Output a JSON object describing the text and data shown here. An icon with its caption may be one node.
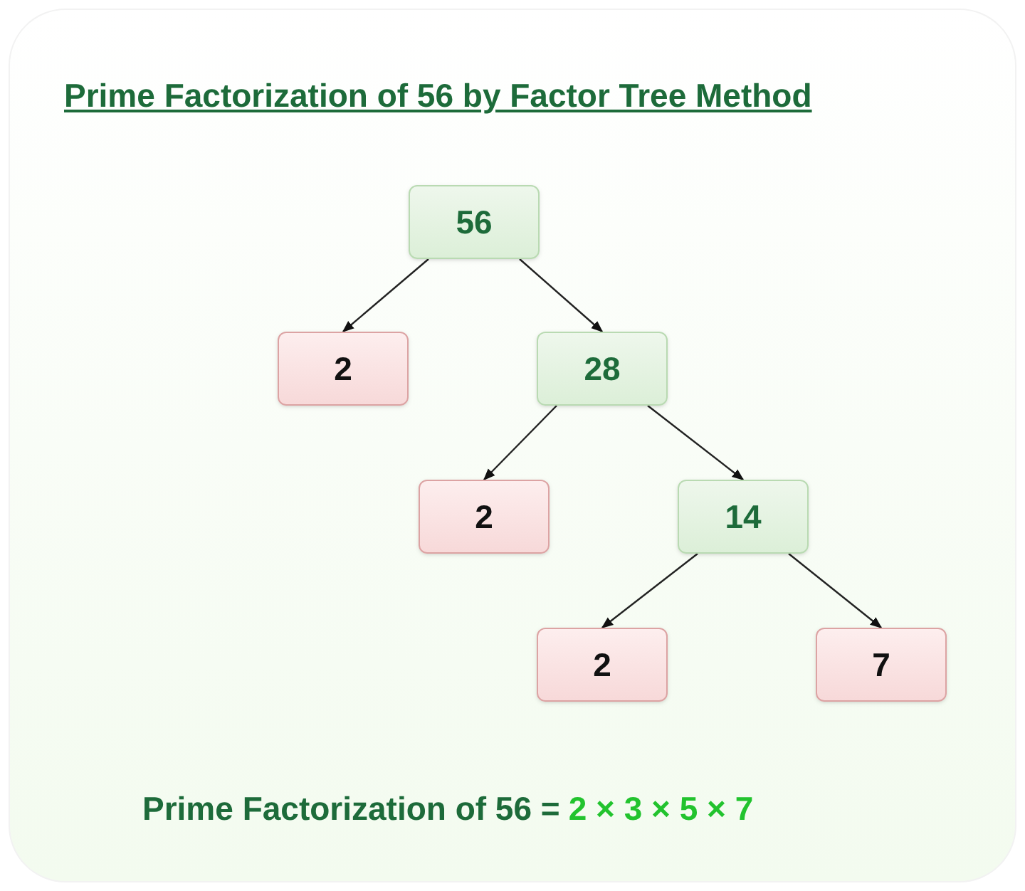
{
  "diagram": {
    "title": "Prime Factorization of 56 by Factor Tree Method",
    "nodes": [
      {
        "text": [
          "56"
        ]
      },
      {
        "text": [
          "2"
        ]
      },
      {
        "text": [
          "28"
        ]
      },
      {
        "text": [
          "2"
        ]
      },
      {
        "text": [
          "14"
        ]
      },
      {
        "text": [
          "2"
        ]
      },
      {
        "text": [
          "7"
        ]
      }
    ],
    "edges": [
      {
        "from": 0,
        "to": 1,
        "arrow": "to"
      },
      {
        "from": 0,
        "to": 2,
        "arrow": "to"
      },
      {
        "from": 2,
        "to": 3,
        "arrow": "to"
      },
      {
        "from": 2,
        "to": 4,
        "arrow": "to"
      },
      {
        "from": 4,
        "to": 5,
        "arrow": "to"
      },
      {
        "from": 4,
        "to": 6,
        "arrow": "to"
      }
    ],
    "labels": [
      "Prime Factorization of 56 =",
      "2 × 3 × 5 × 7"
    ]
  }
}
